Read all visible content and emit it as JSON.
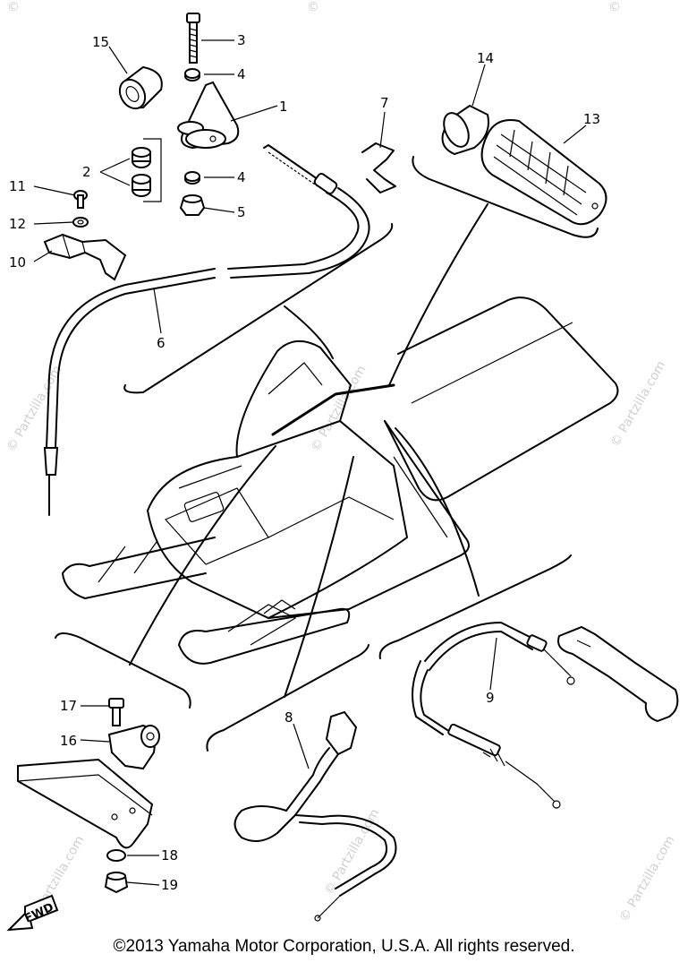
{
  "callouts": {
    "p1": "1",
    "p2": "2",
    "p3": "3",
    "p4a": "4",
    "p4b": "4",
    "p5": "5",
    "p6": "6",
    "p7": "7",
    "p8": "8",
    "p9": "9",
    "p10": "10",
    "p11": "11",
    "p12": "12",
    "p13": "13",
    "p14": "14",
    "p15": "15",
    "p16": "16",
    "p17": "17",
    "p18": "18",
    "p19": "19"
  },
  "fwd_label": "FWD",
  "watermark": "© Partzilla.com",
  "watermark_short": "©",
  "copyright": "©2013 Yamaha Motor Corporation, U.S.A. All rights reserved."
}
